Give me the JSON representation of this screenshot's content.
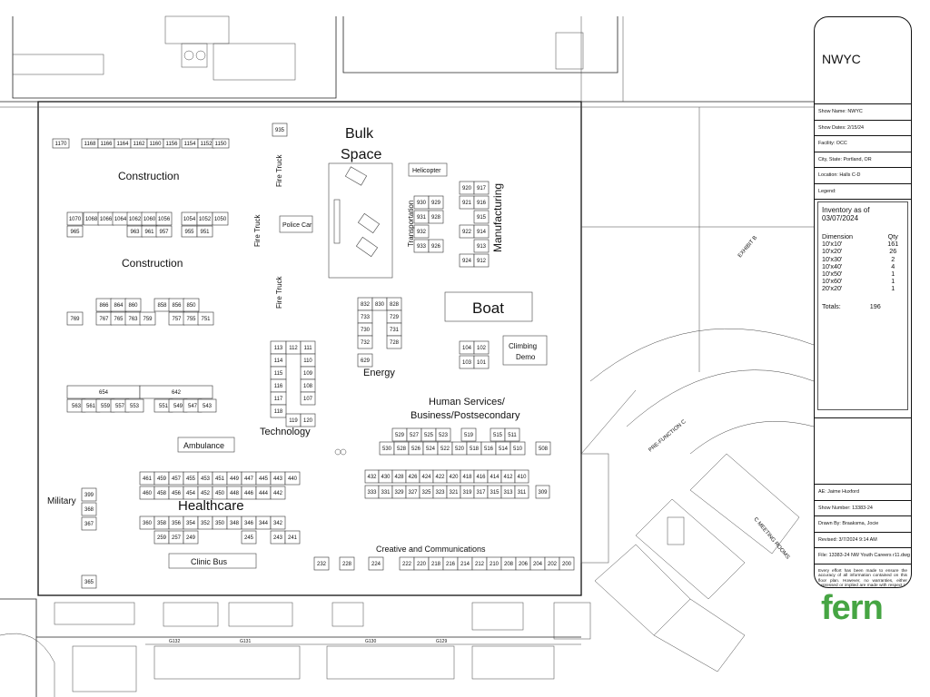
{
  "hall": {
    "labels": {
      "bulk": "Bulk",
      "space": "Space",
      "helicopter": "Helicopter",
      "manufacturing": "Manufacturing",
      "transportation": "Transportation",
      "construction1": "Construction",
      "construction2": "Construction",
      "fire_truck1": "Fire Truck",
      "fire_truck2": "Fire Truck",
      "fire_truck3": "Fire Truck",
      "police_car": "Police Car",
      "boat": "Boat",
      "climbing1": "Climbing",
      "climbing2": "Demo",
      "energy": "Energy",
      "technology": "Technology",
      "human1": "Human Services/",
      "human2": "Business/Postsecondary",
      "ambulance": "Ambulance",
      "military": "Military",
      "healthcare": "Healthcare",
      "clinic_bus": "Clinic Bus",
      "creative": "Creative and Communications",
      "exhibit_b": "EXHIBIT B",
      "prefunction": "PRE-FUNCTION C",
      "meeting_rooms": "C MEETING ROOMS",
      "g132": "G132",
      "g131": "G131",
      "g130": "G130",
      "g129": "G129"
    },
    "booths": {
      "r1170": [
        "1170",
        "1168",
        "1166",
        "1164",
        "1162",
        "1160",
        "1156",
        "1154",
        "1152",
        "1150"
      ],
      "r1070": [
        "1070",
        "1068",
        "1066",
        "1064",
        "1062",
        "1060",
        "1056",
        "1054",
        "1052",
        "1050"
      ],
      "r965": [
        "965",
        "963",
        "961",
        "957",
        "955",
        "951"
      ],
      "r866": [
        "866",
        "864",
        "860",
        "858",
        "856",
        "850"
      ],
      "r769": [
        "769",
        "767",
        "765",
        "763",
        "759",
        "757",
        "755",
        "751"
      ],
      "r654": [
        "654",
        "642"
      ],
      "r563": [
        "563",
        "561",
        "559",
        "557",
        "553",
        "551",
        "549",
        "547",
        "543"
      ],
      "b935": "935",
      "tech_left": [
        "113",
        "114",
        "115",
        "116",
        "117",
        "118"
      ],
      "tech_mid": [
        "112",
        "119"
      ],
      "tech_right": [
        "111",
        "110",
        "109",
        "108",
        "107",
        "120"
      ],
      "energy_left": [
        "832",
        "733",
        "730",
        "732",
        "629"
      ],
      "energy_mid": [
        "830"
      ],
      "energy_right": [
        "828",
        "729",
        "731",
        "728"
      ],
      "trans_left": [
        "930",
        "931",
        "932",
        "933"
      ],
      "trans_right": [
        "929",
        "928",
        "926"
      ],
      "manu_left": [
        "920",
        "921",
        "922",
        "924"
      ],
      "manu_right": [
        "917",
        "916",
        "915",
        "914",
        "913",
        "912"
      ],
      "boat_small": [
        "104",
        "102",
        "103",
        "101"
      ],
      "r529": [
        "529",
        "527",
        "525",
        "523",
        "519",
        "515",
        "511"
      ],
      "r530": [
        "530",
        "528",
        "526",
        "524",
        "522",
        "520",
        "518",
        "516",
        "514",
        "510",
        "508"
      ],
      "r432": [
        "432",
        "430",
        "428",
        "426",
        "424",
        "422",
        "420",
        "418",
        "416",
        "414",
        "412",
        "410"
      ],
      "r333": [
        "333",
        "331",
        "329",
        "327",
        "325",
        "323",
        "321",
        "319",
        "317",
        "315",
        "313",
        "311",
        "309"
      ],
      "military": [
        "399",
        "368",
        "367",
        "365"
      ],
      "r461": [
        "461",
        "459",
        "457",
        "455",
        "453",
        "451",
        "449",
        "447",
        "445",
        "443",
        "440"
      ],
      "r460": [
        "460",
        "458",
        "456",
        "454",
        "452",
        "450",
        "448",
        "446",
        "444",
        "442"
      ],
      "r360": [
        "360",
        "358",
        "356",
        "354",
        "352",
        "350",
        "348",
        "346",
        "344",
        "342"
      ],
      "r259": [
        "259",
        "257",
        "249",
        "245",
        "243",
        "241"
      ],
      "r232": [
        "232",
        "228",
        "224",
        "222",
        "220",
        "218",
        "216",
        "214",
        "212",
        "210",
        "208",
        "206",
        "204",
        "202",
        "200"
      ]
    }
  },
  "title_block": {
    "title": "NWYC",
    "show_name": "Show Name: NWYC",
    "show_dates": "Show Dates: 2/15/24",
    "facility": "Facility: OCC",
    "city": "City, State: Portland, OR",
    "location": "Location: Halls C-D",
    "legend": "Legend:",
    "inventory_title": "Inventory as of 03/07/2024",
    "col_dimension": "Dimension",
    "col_qty": "Qty",
    "inventory": [
      {
        "dim": "10'x10'",
        "qty": "161"
      },
      {
        "dim": "10'x20'",
        "qty": "26"
      },
      {
        "dim": "10'x30'",
        "qty": "2"
      },
      {
        "dim": "10'x40'",
        "qty": "4"
      },
      {
        "dim": "10'x50'",
        "qty": "1"
      },
      {
        "dim": "10'x60'",
        "qty": "1"
      },
      {
        "dim": "20'x20'",
        "qty": "1"
      }
    ],
    "totals_label": "Totals:",
    "totals_value": "196",
    "ae": "AE: Jaime Huxford",
    "show_number": "Show Number: 13383-24",
    "drawn_by": "Drawn By: Braaksma, Jocie",
    "revised": "Revised: 3/7/2024 9:14 AM",
    "file": "File: 13383-24 NW Youth Careers r11.dwg",
    "disclaimer": "Every effort has been made to ensure the accuracy of all information contained on this floor plan. However, no warranties, either expressed or implied are made with respect to this floor plan. If the location of building columns, utilities or other architectural components of the facility is a consideration in the construction of an exhibit, it is the sole responsibility of the exhibitor to physically inspect the facility to verify all dimensions and locations."
  },
  "logo": "fern",
  "colors": {
    "logo": "#46a543",
    "lines": "#222222",
    "background": "#ffffff"
  }
}
